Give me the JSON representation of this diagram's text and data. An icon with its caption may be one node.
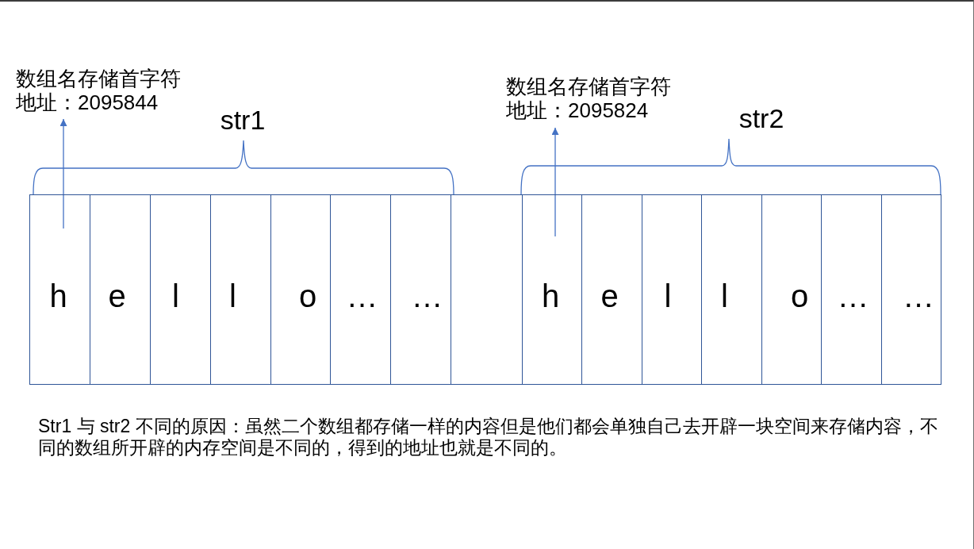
{
  "diagram": {
    "caption": "Str1 与 str2 不同的原因：虽然二个数组都存储一样的内容但是他们都会单独自己去开辟一块空间来存储内容，不同的数组所开辟的内存空间是不同的，得到的地址也就是不同的。",
    "nodes": [
      {
        "text": [
          "数组名存储首字符地址：2095844"
        ]
      },
      {
        "text": [
          "数组名存储首字符地址：2095824"
        ]
      },
      {
        "text": [
          "h"
        ]
      },
      {
        "text": [
          "e"
        ]
      },
      {
        "text": [
          "l"
        ]
      },
      {
        "text": [
          "l"
        ]
      },
      {
        "text": [
          "o"
        ]
      },
      {
        "text": [
          "…"
        ]
      },
      {
        "text": [
          "…"
        ]
      },
      {
        "text": [],
        "shape": "box"
      },
      {
        "text": [
          "h"
        ]
      },
      {
        "text": [
          "e"
        ]
      },
      {
        "text": [
          "l"
        ]
      },
      {
        "text": [
          "l"
        ]
      },
      {
        "text": [
          "o"
        ]
      },
      {
        "text": [
          "…"
        ]
      },
      {
        "text": [
          "…"
        ]
      }
    ],
    "edges": [
      {
        "from": 2,
        "to": 0,
        "arrow": "to"
      },
      {
        "from": 10,
        "to": 1,
        "arrow": "to"
      }
    ],
    "labels": [
      "str1",
      "str2"
    ]
  }
}
